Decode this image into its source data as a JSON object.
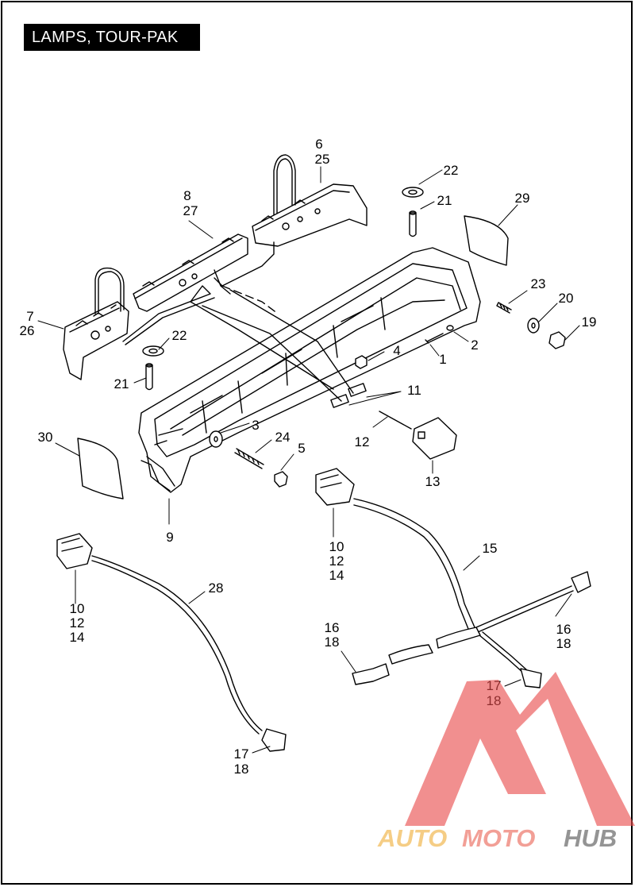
{
  "title": "LAMPS, TOUR-PAK",
  "callouts": {
    "c1": "1",
    "c2": "2",
    "c3": "3",
    "c4": "4",
    "c5": "5",
    "c6": "6",
    "c25": "25",
    "c7": "7",
    "c26": "26",
    "c8": "8",
    "c27": "27",
    "c9": "9",
    "c10a": "10",
    "c12a": "12",
    "c14a": "14",
    "c10b": "10",
    "c12b": "12",
    "c14b": "14",
    "c11": "11",
    "c12c": "12",
    "c13": "13",
    "c15": "15",
    "c16a": "16",
    "c18a": "18",
    "c16b": "16",
    "c18b": "18",
    "c17a": "17",
    "c18c": "18",
    "c17b": "17",
    "c18d": "18",
    "c19": "19",
    "c20": "20",
    "c21a": "21",
    "c21b": "21",
    "c22a": "22",
    "c22b": "22",
    "c23": "23",
    "c24": "24",
    "c28": "28",
    "c29": "29",
    "c30": "30"
  },
  "watermark": {
    "text_auto": "AUTO",
    "text_moto": "MOTO",
    "text_hub": "HUB",
    "color_auto": "#f4c36b",
    "color_moto": "#f08a80",
    "color_hub": "#7d7d7d",
    "logo_color": "#e84a4a"
  }
}
